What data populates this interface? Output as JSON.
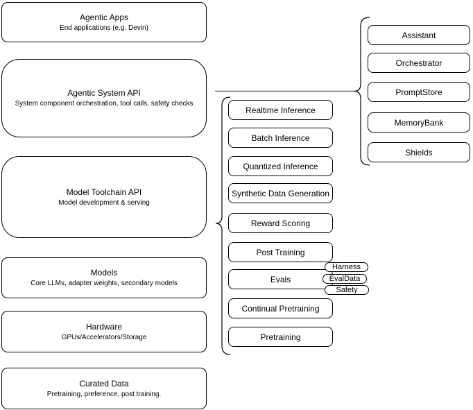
{
  "diagram": {
    "left_stack": [
      {
        "title": "Agentic Apps",
        "subtitle": "End applications (e.g. Devin)"
      },
      {
        "title": "Agentic System API",
        "subtitle": "System component orchestration, tool calls, safety checks"
      },
      {
        "title": "Model Toolchain API",
        "subtitle": "Model development & serving"
      },
      {
        "title": "Models",
        "subtitle": "Core LLMs, adapter weights, secondary models"
      },
      {
        "title": "Hardware",
        "subtitle": "GPUs/Accelerators/Storage"
      },
      {
        "title": "Curated Data",
        "subtitle": "Pretraining, preference, post training."
      }
    ],
    "toolchain_components": [
      "Realtime Inference",
      "Batch Inference",
      "Quantized Inference",
      "Synthetic Data Generation",
      "Reward Scoring",
      "Post Training",
      "Evals",
      "Continual Pretraining",
      "Pretraining"
    ],
    "eval_pills": [
      "Harness",
      "EvalData",
      "Safety"
    ],
    "system_components": [
      "Assistant",
      "Orchestrator",
      "PromptStore",
      "MemoryBank",
      "Shields"
    ],
    "colors": {
      "node_stroke": "#000000",
      "node_fill": "#ffffff",
      "text": "#000000",
      "connector": "#808080"
    }
  }
}
